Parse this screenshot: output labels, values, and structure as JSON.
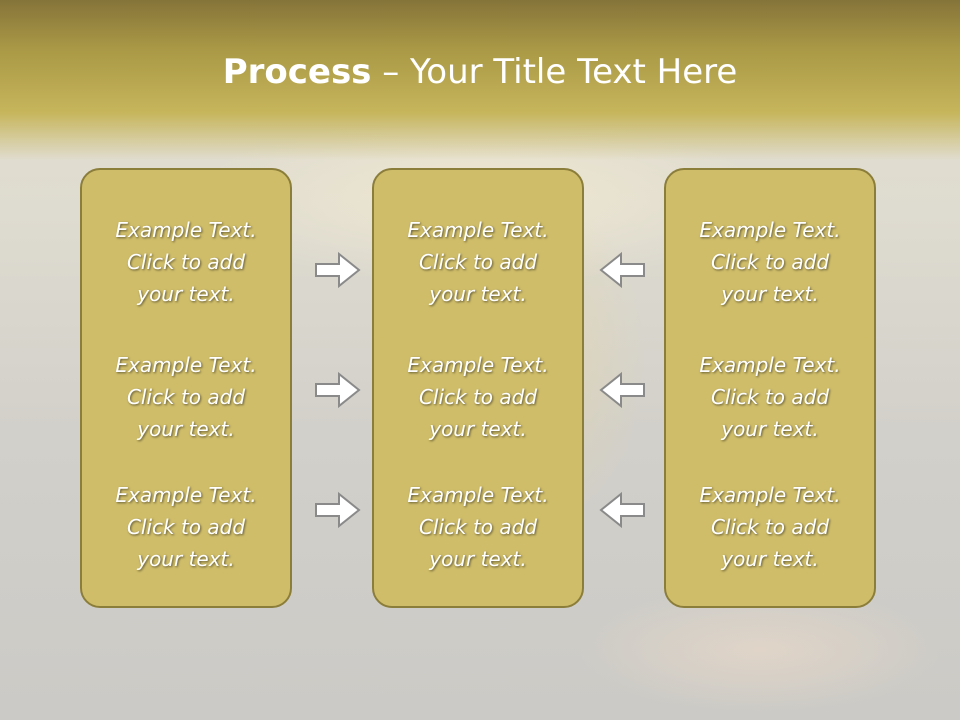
{
  "title": {
    "bold": "Process",
    "rest": " – Your Title Text Here"
  },
  "colors": {
    "panel_fill": "#cfbd69",
    "panel_border": "#8b7d3a",
    "title_band": "#a99845",
    "text": "#ffffff"
  },
  "columns": [
    {
      "items": [
        {
          "line1": "Example Text.",
          "line2": "Click  to add",
          "line3": "your text."
        },
        {
          "line1": "Example Text.",
          "line2": "Click  to add",
          "line3": "your text."
        },
        {
          "line1": "Example Text.",
          "line2": "Click  to add",
          "line3": "your text."
        }
      ]
    },
    {
      "items": [
        {
          "line1": "Example Text.",
          "line2": "Click  to add",
          "line3": "your text."
        },
        {
          "line1": "Example Text.",
          "line2": "Click  to add",
          "line3": "your text."
        },
        {
          "line1": "Example Text.",
          "line2": "Click  to add",
          "line3": "your text."
        }
      ]
    },
    {
      "items": [
        {
          "line1": "Example Text.",
          "line2": "Click  to add",
          "line3": "your text."
        },
        {
          "line1": "Example Text.",
          "line2": "Click  to add",
          "line3": "your text."
        },
        {
          "line1": "Example Text.",
          "line2": "Click  to add",
          "line3": "your text."
        }
      ]
    }
  ],
  "arrows": {
    "left_column": "arrow-right-icon",
    "right_column": "arrow-left-icon"
  }
}
